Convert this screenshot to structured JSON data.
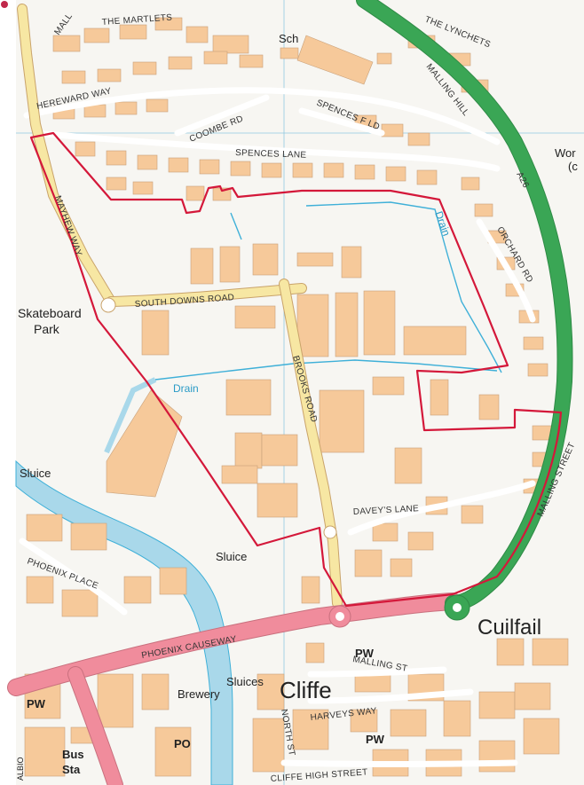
{
  "map": {
    "colors": {
      "background": "#f7f6f2",
      "building": "#f6c99a",
      "building_outline": "#c9a17a",
      "water": "#a9d8ea",
      "water_line": "#3fb0d8",
      "a_road_trunk": "#3aa655",
      "a_road_primary": "#f08c9c",
      "minor_road": "#ffffff",
      "b_road": "#f7e7a3",
      "boundary": "#d4183a",
      "grid": "#8fc9e0"
    },
    "labels": {
      "sch": "Sch",
      "wor": "Wor",
      "wor2": "(c",
      "skateboard": "Skateboard",
      "park": "Park",
      "sluice_left": "Sluice",
      "sluice_mid": "Sluice",
      "sluices": "Sluices",
      "brewery": "Brewery",
      "cliffe": "Cliffe",
      "cuilfail": "Cuilfail",
      "pw1": "PW",
      "pw2": "PW",
      "pw3": "PW",
      "po": "PO",
      "bus": "Bus",
      "sta": "Sta",
      "albion": "ALBIO",
      "drain1": "Drain",
      "drain2": "Drain"
    },
    "roads": {
      "mall": "MALL",
      "martlets": "THE MARTLETS",
      "lynchets": "THE LYNCHETS",
      "malling_hill": "MALLING HILL",
      "hereward": "HEREWARD WAY",
      "spences_fd": "SPENCES F LD",
      "coombe": "COOMBE RD",
      "spences_lane": "SPENCES LANE",
      "a26": "A26",
      "mayhew": "MAYHEW WAY",
      "orchard": "ORCHARD RD",
      "south_downs": "SOUTH DOWNS ROAD",
      "brooks": "BROOKS ROAD",
      "malling_street": "MALLING STREET",
      "daveys": "DAVEY'S LANE",
      "phoenix_place": "PHOENIX PLACE",
      "phoenix_causeway": "PHOENIX CAUSEWAY",
      "malling_st": "MALLING ST",
      "harveys": "HARVEYS WAY",
      "cliffe_high": "CLIFFE HIGH STREET",
      "north_st": "NORTH ST"
    }
  }
}
